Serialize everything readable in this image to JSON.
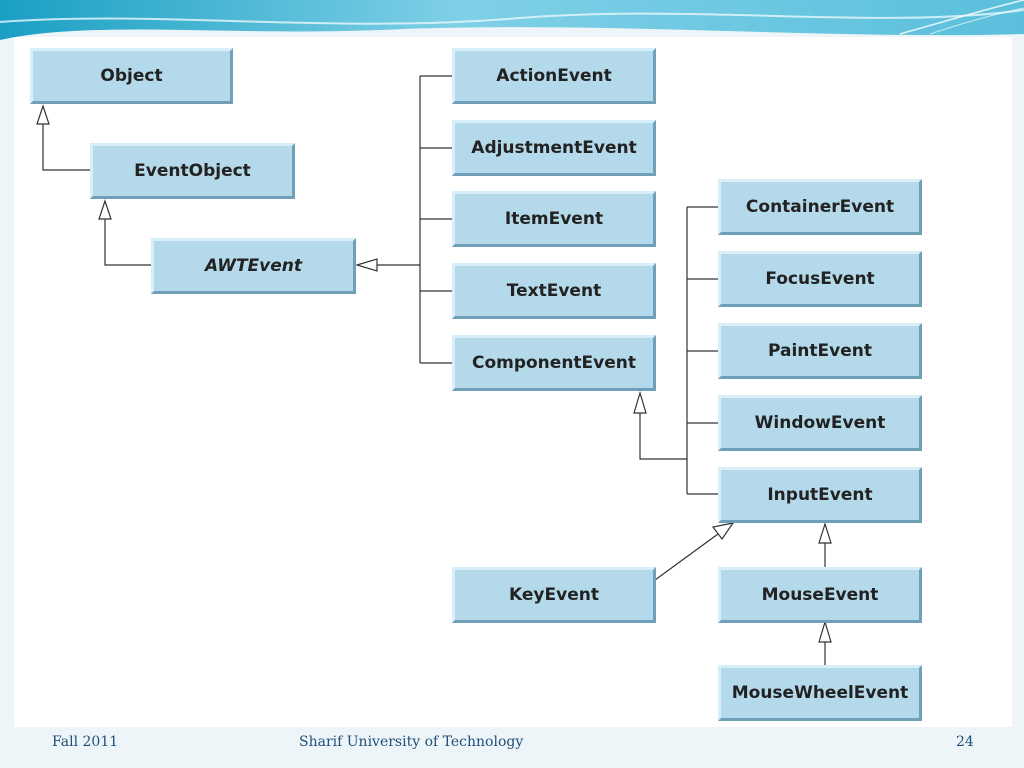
{
  "classes": {
    "object": "Object",
    "event_object": "EventObject",
    "awt_event": "AWTEvent",
    "action_event": "ActionEvent",
    "adjustment_event": "AdjustmentEvent",
    "item_event": "ItemEvent",
    "text_event": "TextEvent",
    "component_event": "ComponentEvent",
    "container_event": "ContainerEvent",
    "focus_event": "FocusEvent",
    "paint_event": "PaintEvent",
    "window_event": "WindowEvent",
    "input_event": "InputEvent",
    "key_event": "KeyEvent",
    "mouse_event": "MouseEvent",
    "mouse_wheel_event": "MouseWheelEvent"
  },
  "footer": {
    "left": "Fall 2011",
    "center": "Sharif University of Technology",
    "page": "24"
  },
  "colors": {
    "box_fill": "#b4d9ea",
    "footer_text": "#1e4f7a",
    "accent": "#4ab8d6"
  }
}
